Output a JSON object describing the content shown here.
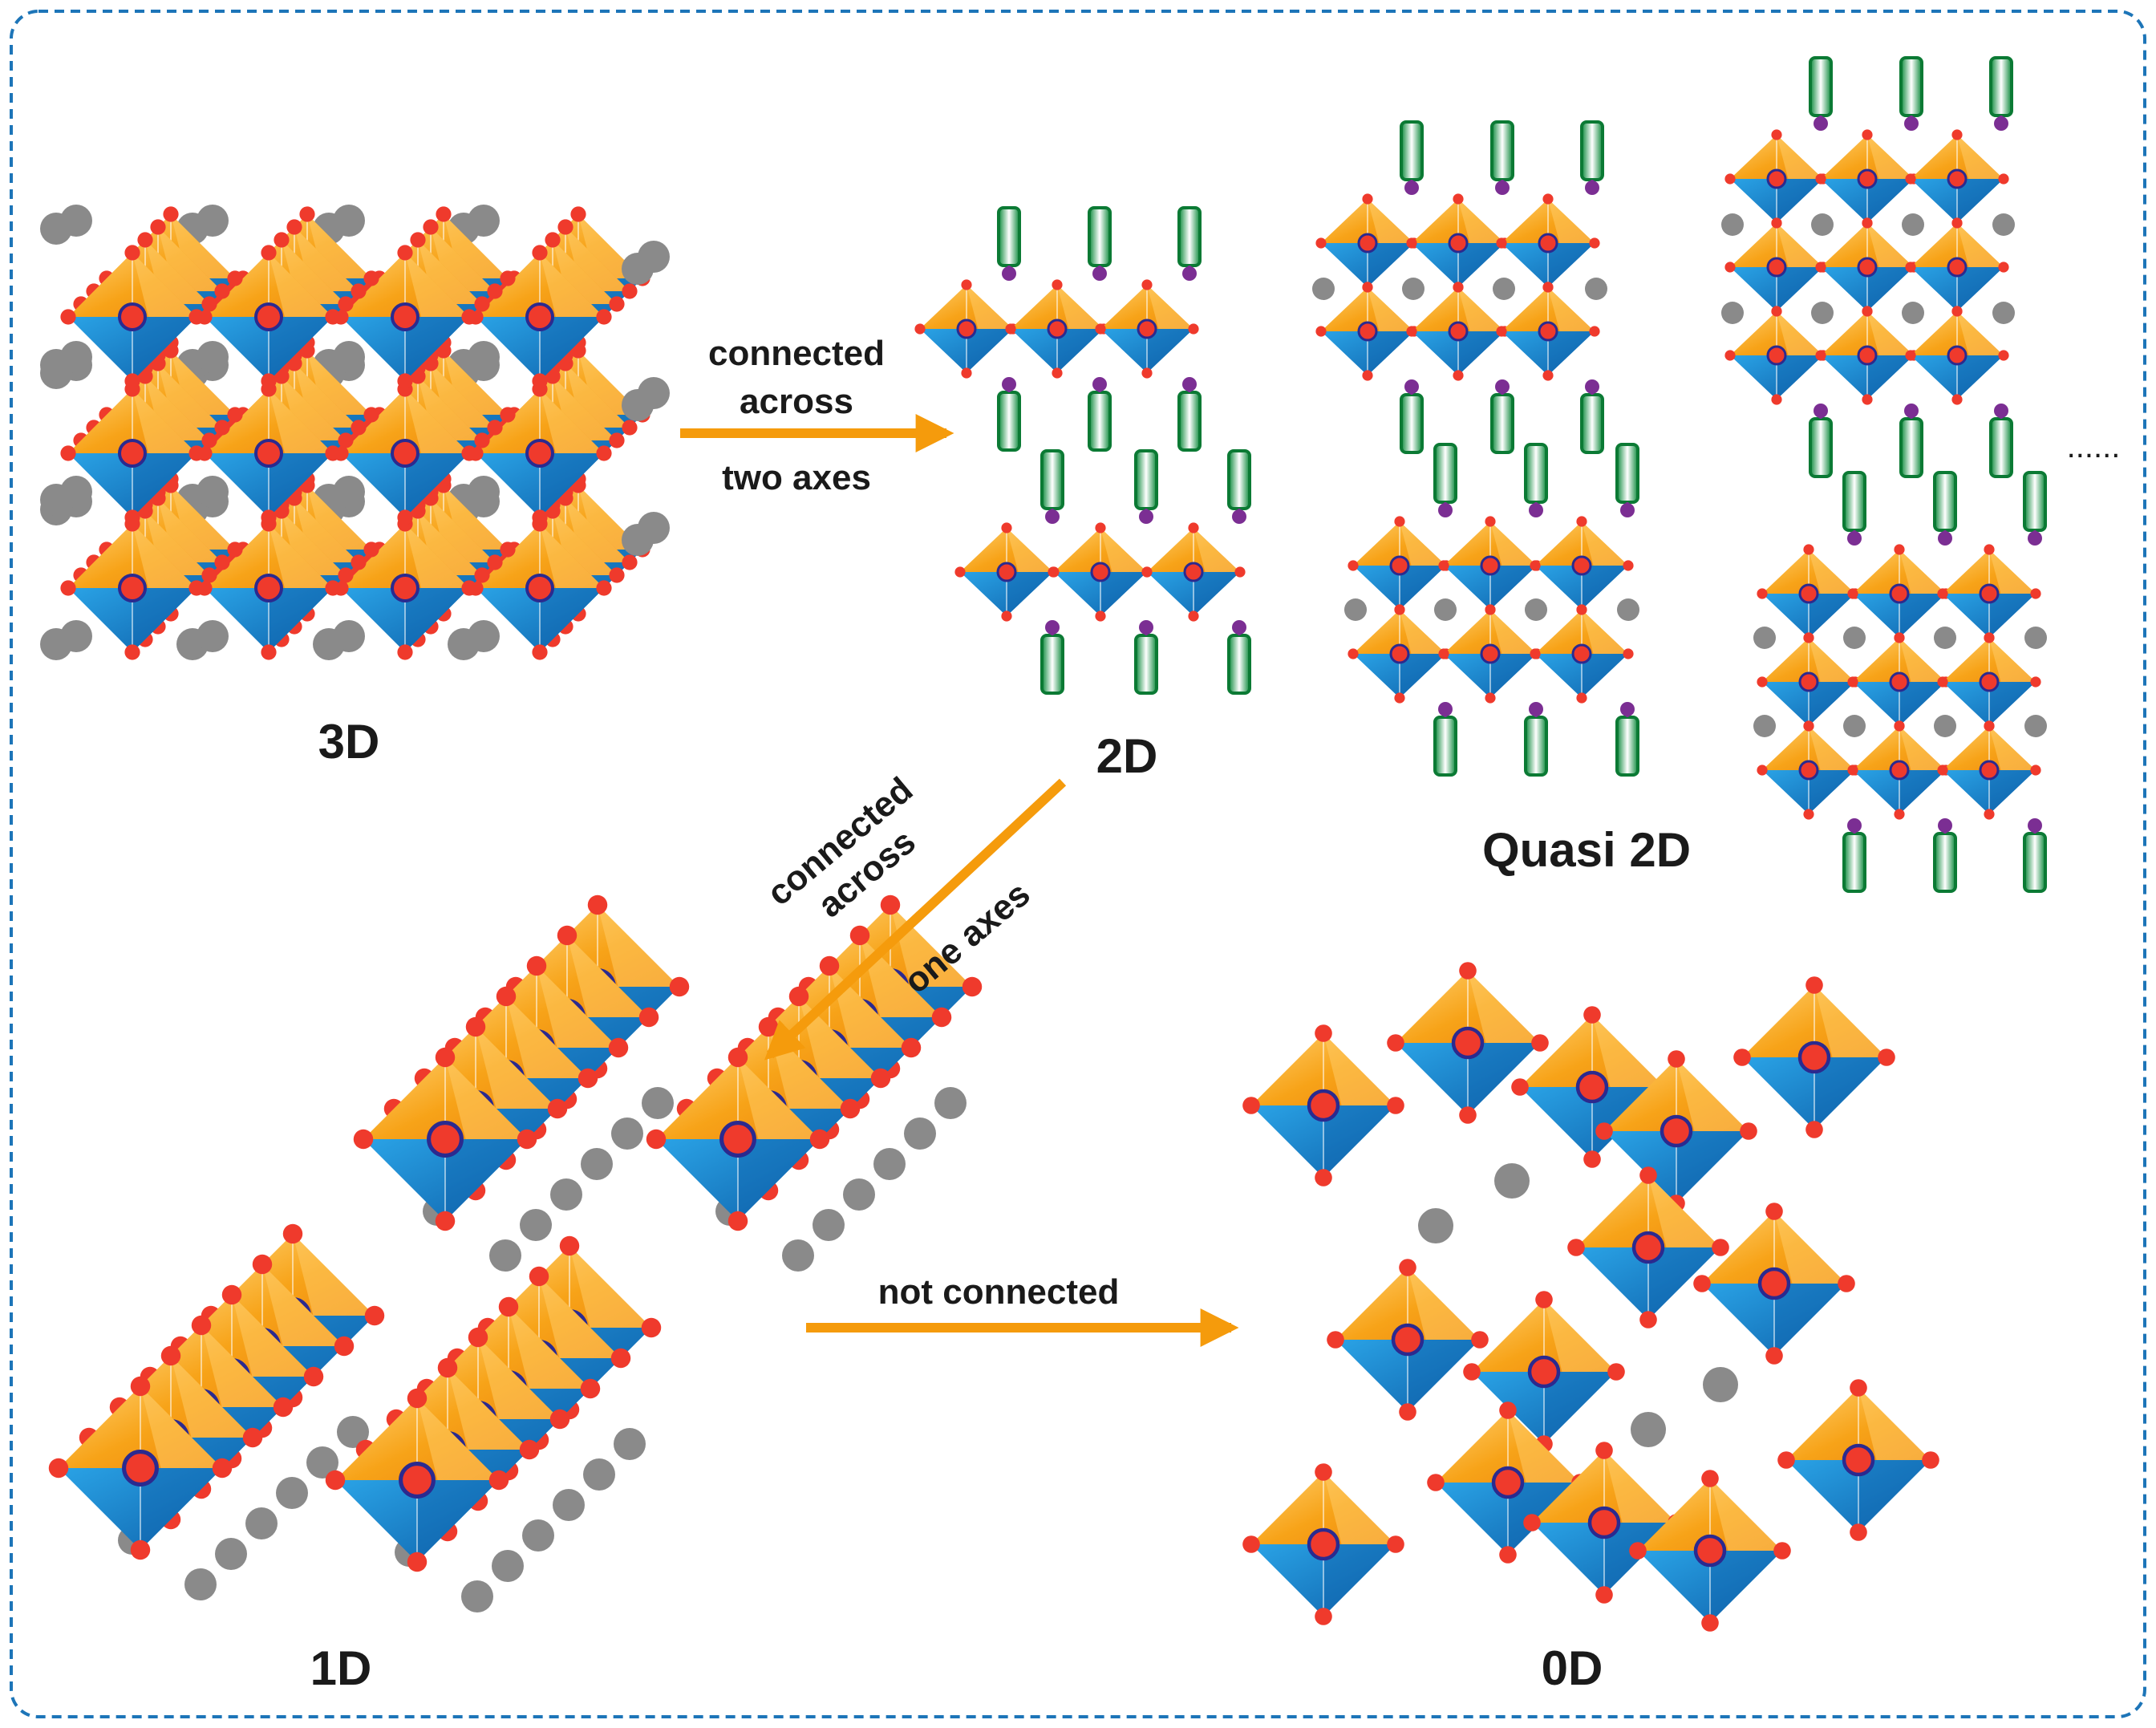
{
  "labels": {
    "d3": "3D",
    "d2": "2D",
    "quasi": "Quasi 2D",
    "d1": "1D",
    "d0": "0D",
    "ellipsis": "......"
  },
  "arrows": {
    "a32": {
      "line1": "connected",
      "line2": "across",
      "line3": "two axes"
    },
    "a21": {
      "line1": "connected",
      "line2": "across",
      "line3": "one axes"
    },
    "a10": {
      "line1": "not connected"
    }
  },
  "colors": {
    "frame": "#1d75b8",
    "orange_top": "#f7a318",
    "orange_light": "#ffcb64",
    "blue_bottom": "#1a8fd6",
    "blue_dark": "#0f64ad",
    "vertex_red": "#ef3a2c",
    "metal_ring": "#2b2a8f",
    "cation_grey": "#8a8a8a",
    "spacer_green": "#1c9a4a",
    "linker_purple": "#7b2e93",
    "arrow_orange": "#f59b0c"
  }
}
